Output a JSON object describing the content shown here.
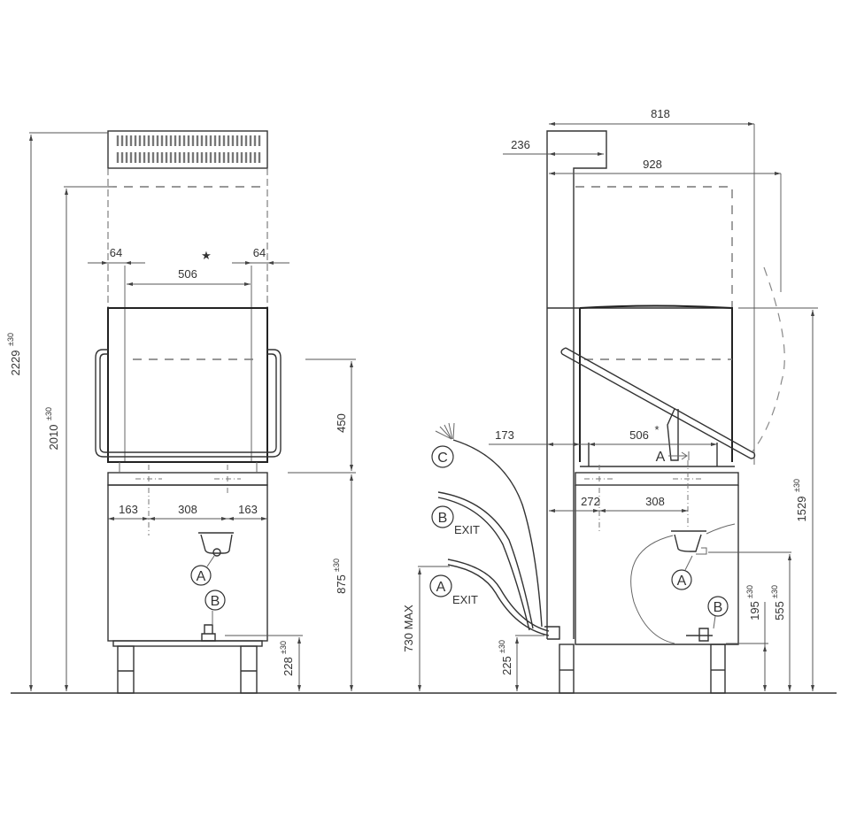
{
  "drawing": {
    "type": "dishwasher hood-type dimensional drawing",
    "line_color": "#333333",
    "background": "#ffffff"
  },
  "front_view": {
    "dims": {
      "overall_height": "2229",
      "overall_height_tol": "±30",
      "open_height": "2010",
      "open_height_tol": "±30",
      "side_gap_left": "64",
      "side_gap_right": "64",
      "inner_width": "506",
      "inner_width_star": "★",
      "opening_height": "450",
      "conn_left": "163",
      "conn_mid": "308",
      "conn_right": "163",
      "table_height": "875",
      "table_height_tol": "±30",
      "drain_height": "228",
      "drain_height_tol": "±30"
    },
    "labels": {
      "a": "A",
      "b": "B"
    }
  },
  "side_view": {
    "dims": {
      "depth_open": "818",
      "rear_top": "236",
      "depth_closed": "928",
      "rear_offset": "173",
      "inner_width": "506",
      "inner_width_star": "*",
      "conn_left": "272",
      "conn_mid": "308",
      "hose_max_height": "730 MAX",
      "hose_exit_height": "225",
      "hose_exit_tol": "±30",
      "drain_height": "195",
      "drain_height_tol": "±30",
      "inlet_height": "555",
      "inlet_height_tol": "±30",
      "hood_height": "1529",
      "hood_height_tol": "±30"
    },
    "labels": {
      "a_inner": "A",
      "a": "A",
      "b": "B",
      "c": "C",
      "b_exit": "B",
      "b_exit_sub": "EXIT",
      "a_exit": "A",
      "a_exit_sub": "EXIT"
    }
  }
}
